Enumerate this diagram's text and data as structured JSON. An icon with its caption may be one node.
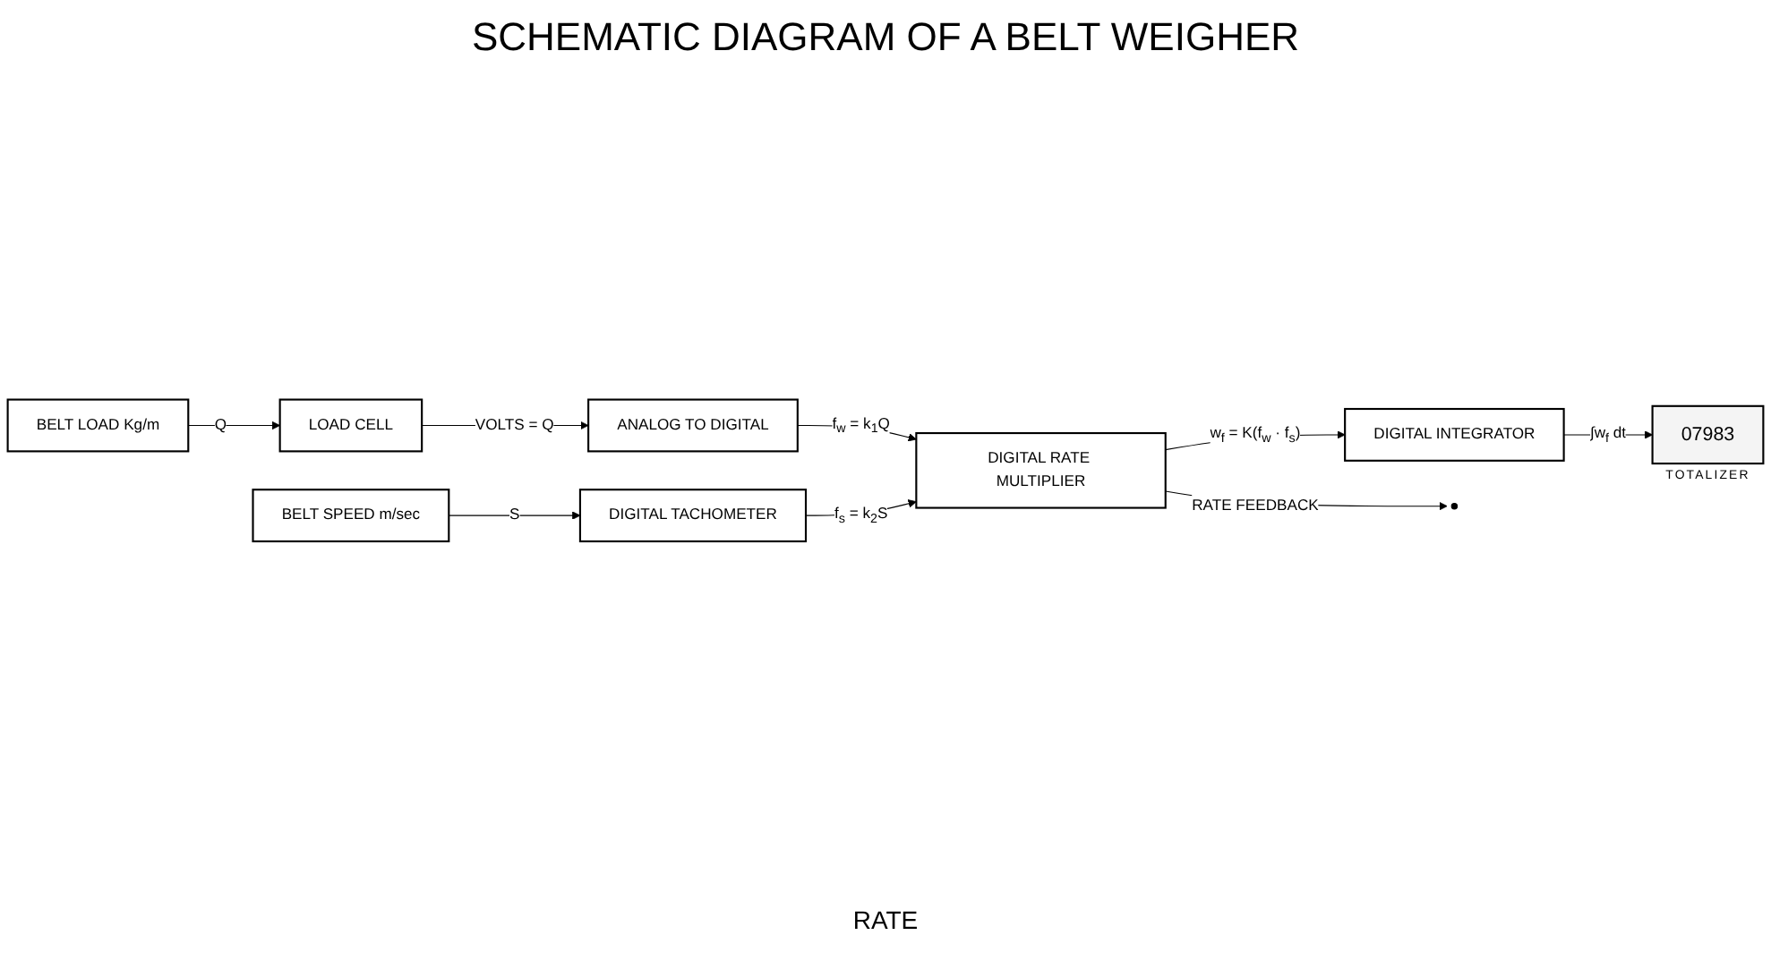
{
  "diagram": {
    "title": "SCHEMATIC DIAGRAM OF A BELT WEIGHER",
    "nodes": [
      {
        "text": [
          "BELT LOAD Kg/m"
        ]
      },
      {
        "text": [
          "LOAD CELL"
        ]
      },
      {
        "text": [
          "ANALOG TO DIGITAL"
        ]
      },
      {
        "text": [
          "DIGITAL RATE MULTIPLIER"
        ]
      },
      {
        "text": [
          "DIGITAL INTEGRATOR"
        ]
      },
      {
        "text": [
          "BELT SPEED m/sec"
        ]
      },
      {
        "text": [
          "DIGITAL TACHOMETER"
        ]
      },
      {
        "text": [
          "07983"
        ],
        "beside": [
          "TOTALIZER"
        ]
      }
    ],
    "edges": [
      {
        "from": 0,
        "to": 1,
        "arrow": "to",
        "label": "Q"
      },
      {
        "from": 1,
        "to": 2,
        "arrow": "to",
        "label": "VOLTS = Q"
      },
      {
        "from": 2,
        "to": 3,
        "arrow": "to",
        "label": "f$_{w}$ = k$_{1}$Q"
      },
      {
        "from": 5,
        "to": 6,
        "arrow": "to",
        "label": "S"
      },
      {
        "from": 6,
        "to": 3,
        "arrow": "to",
        "label": "f$_{s}$ = k$_{2}$S"
      },
      {
        "from": 3,
        "to": 4,
        "arrow": "to",
        "label": "w$_{f}$ = K(f$_{w}$ · f$_{s}$)"
      },
      {
        "from": 3,
        "to": null,
        "arrow": "to",
        "label": "RATE FEEDBACK"
      },
      {
        "from": 4,
        "to": 7,
        "arrow": "to",
        "label": "∫w$_{f}$ dt"
      }
    ],
    "labels": [
      "RATE"
    ]
  }
}
